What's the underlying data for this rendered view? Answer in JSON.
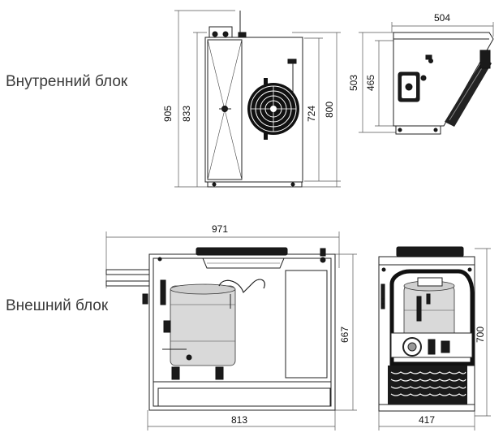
{
  "labels": {
    "indoor_unit": "Внутренний блок",
    "outdoor_unit": "Внешний блок"
  },
  "dimensions": {
    "indoor_front_height_total": "905",
    "indoor_front_height_body": "833",
    "indoor_fan_height": "724",
    "indoor_right_height": "800",
    "indoor_side_width": "504",
    "indoor_side_height_total": "503",
    "indoor_side_height_body": "465",
    "outdoor_front_width_total": "971",
    "outdoor_front_width_base": "813",
    "outdoor_front_height": "667",
    "outdoor_side_width": "417",
    "outdoor_side_height": "700"
  }
}
